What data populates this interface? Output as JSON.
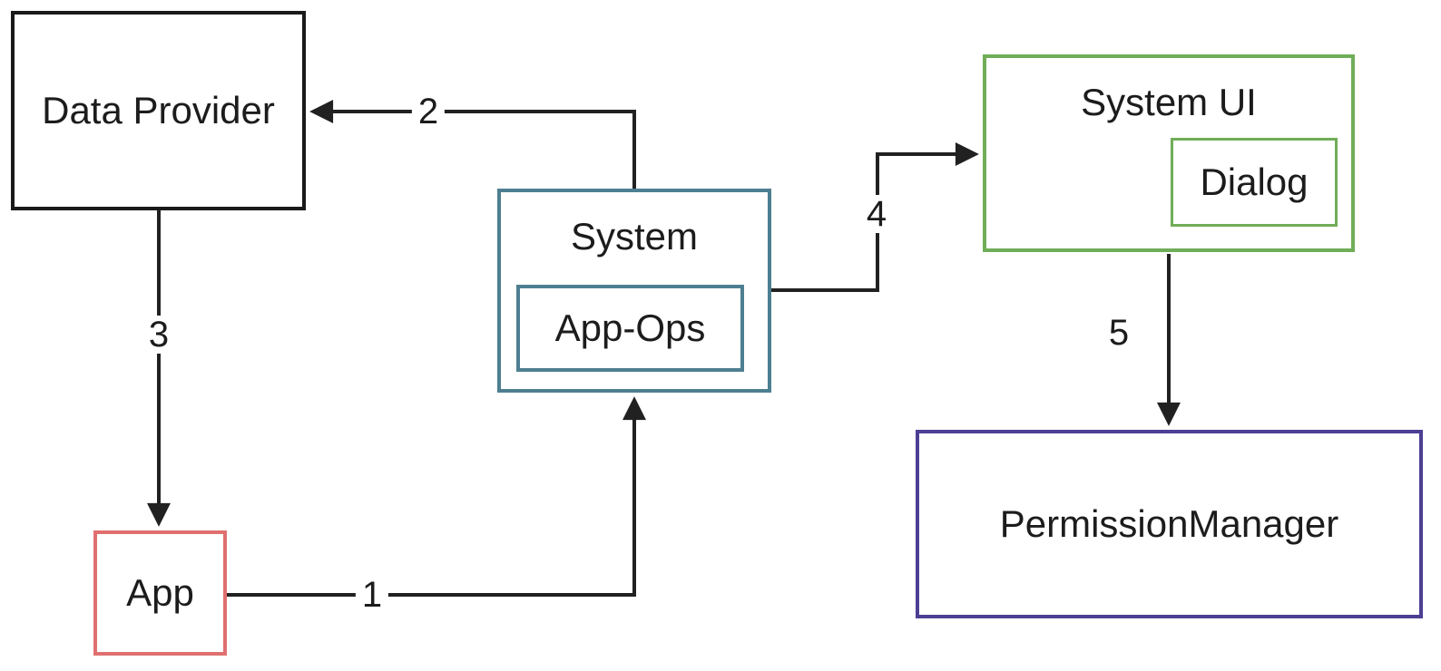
{
  "diagram": {
    "type": "flow-diagram",
    "background": "#ffffff",
    "nodes": {
      "data_provider": {
        "label": "Data Provider",
        "border_color": "#1a1a1a"
      },
      "system": {
        "label": "System",
        "border_color": "#4e7f91"
      },
      "app_ops": {
        "label": "App-Ops",
        "border_color": "#4e7f91",
        "parent": "System"
      },
      "system_ui": {
        "label": "System UI",
        "border_color": "#70ad58"
      },
      "dialog": {
        "label": "Dialog",
        "border_color": "#70ad58",
        "parent": "System UI"
      },
      "app": {
        "label": "App",
        "border_color": "#e07070"
      },
      "permission_manager": {
        "label": "PermissionManager",
        "border_color": "#4c3f94"
      }
    },
    "edges": [
      {
        "label": "1",
        "from": "App",
        "to": "System"
      },
      {
        "label": "2",
        "from": "System",
        "to": "Data Provider"
      },
      {
        "label": "3",
        "from": "Data Provider",
        "to": "App"
      },
      {
        "label": "4",
        "from": "System",
        "to": "System UI"
      },
      {
        "label": "5",
        "from": "System UI",
        "to": "PermissionManager"
      }
    ],
    "colors": {
      "line": "#212121",
      "text": "#1c1c1c"
    }
  }
}
